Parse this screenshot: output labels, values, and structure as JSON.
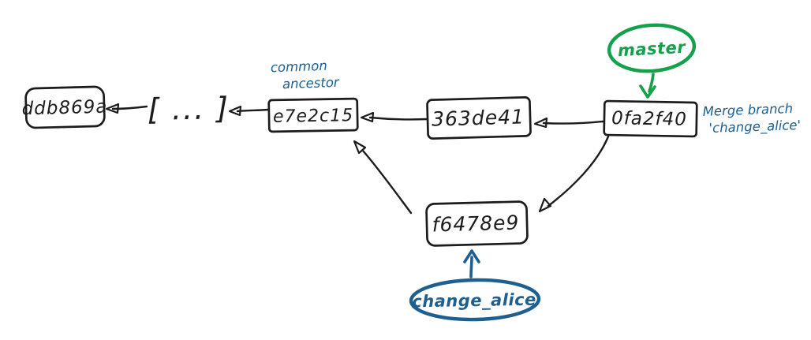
{
  "colors": {
    "ink": "#1c1c1c",
    "blue": "#1e5f90",
    "green": "#15a04b",
    "background": "#ffffff"
  },
  "nodes": {
    "ddb869a": {
      "label": "ddb869a"
    },
    "ellipsis": {
      "label": "[ ... ]"
    },
    "e7e2c15": {
      "label": "e7e2c15"
    },
    "363de41": {
      "label": "363de41"
    },
    "0fa2f40": {
      "label": "0fa2f40"
    },
    "f6478e9": {
      "label": "f6478e9"
    }
  },
  "branch_labels": {
    "master": {
      "label": "master"
    },
    "change_alice": {
      "label": "change_alice"
    }
  },
  "annotations": {
    "common_ancestor": {
      "line1": "common",
      "line2": "ancestor"
    },
    "merge_note": {
      "line1": "Merge branch",
      "line2": "'change_alice'"
    }
  },
  "edges": [
    {
      "from": "ellipsis",
      "to": "ddb869a",
      "type": "parent"
    },
    {
      "from": "e7e2c15",
      "to": "ellipsis",
      "type": "parent"
    },
    {
      "from": "363de41",
      "to": "e7e2c15",
      "type": "parent"
    },
    {
      "from": "0fa2f40",
      "to": "363de41",
      "type": "parent"
    },
    {
      "from": "0fa2f40",
      "to": "f6478e9",
      "type": "parent"
    },
    {
      "from": "f6478e9",
      "to": "e7e2c15",
      "type": "parent"
    },
    {
      "from": "master",
      "to": "0fa2f40",
      "type": "branch-pointer"
    },
    {
      "from": "change_alice",
      "to": "f6478e9",
      "type": "branch-pointer"
    }
  ]
}
